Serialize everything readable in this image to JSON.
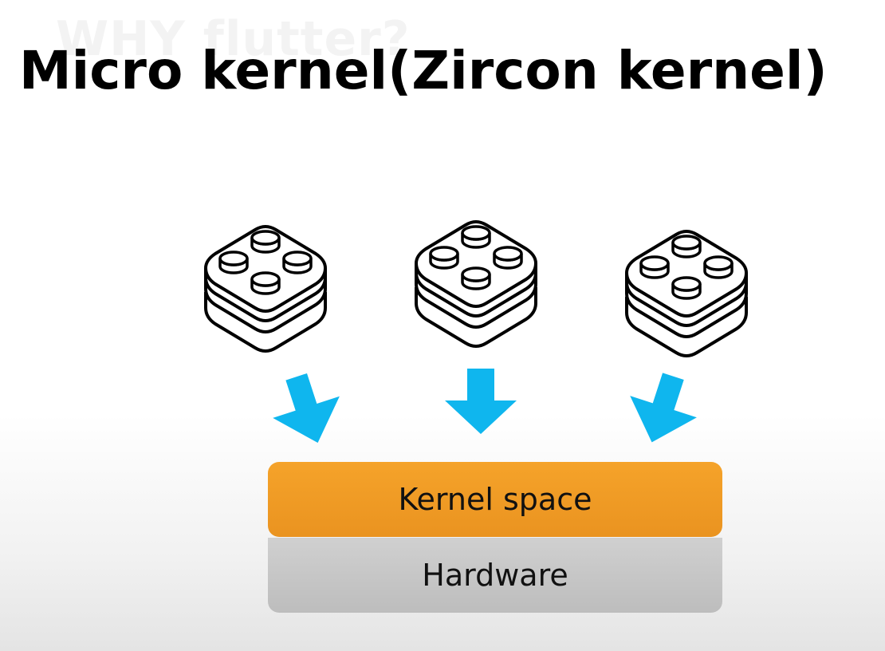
{
  "ghost_title": "WHY flutter?",
  "title": "Micro kernel(Zircon kernel)",
  "modules": [
    {
      "icon": "lego-block-stack-icon"
    },
    {
      "icon": "lego-block-stack-icon"
    },
    {
      "icon": "lego-block-stack-icon"
    }
  ],
  "arrows": [
    {
      "icon": "arrow-down-right-icon",
      "color": "#0fb6ee"
    },
    {
      "icon": "arrow-down-icon",
      "color": "#0fb6ee"
    },
    {
      "icon": "arrow-down-left-icon",
      "color": "#0fb6ee"
    }
  ],
  "layers": {
    "kernel_space": {
      "label": "Kernel space",
      "color": "#f5a32a"
    },
    "hardware": {
      "label": "Hardware",
      "color": "#c8c8c8"
    }
  }
}
